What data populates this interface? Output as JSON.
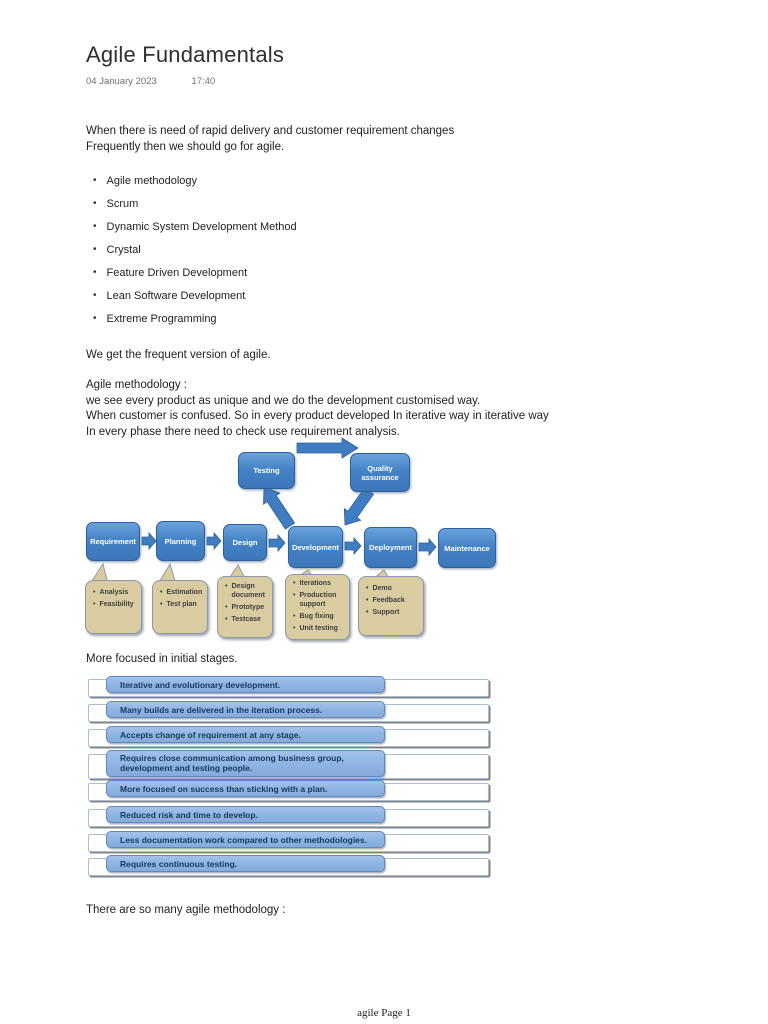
{
  "page": {
    "title": "Agile Fundamentals",
    "date": "04 January 2023",
    "time": "17:40",
    "intro_line1": "When there is need of rapid delivery and customer requirement changes",
    "intro_line2": "Frequently then we should go for agile.",
    "methodologies": [
      "Agile methodology",
      "Scrum",
      "Dynamic System Development Method",
      "Crystal",
      "Feature Driven Development",
      "Lean Software Development",
      "Extreme Programming"
    ],
    "frequent_note": "We get the frequent version of agile.",
    "agile_block_line1": "Agile methodology :",
    "agile_block_line2": " we see every product as unique and we do the development customised way.",
    "agile_block_line3": "When customer is confused. So in every product developed In iterative way in iterative way",
    "agile_block_line4": "In every phase there need to check use requirement analysis.",
    "focus_note": "More focused in initial stages.",
    "closing_note": "There are so many agile methodology :",
    "footer": "agile Page 1"
  },
  "diagram": {
    "main_flow": [
      "Requirement",
      "Planning",
      "Design",
      "Development",
      "Deployment",
      "Maintenance"
    ],
    "top_boxes": [
      "Testing",
      "Quality assurance"
    ],
    "callouts": {
      "requirement": [
        "Analysis",
        "Feasibility"
      ],
      "planning": [
        "Estimation",
        "Test plan"
      ],
      "design": [
        "Design document",
        "Prototype",
        "Testcase"
      ],
      "development": [
        "Iterations",
        "Production support",
        "Bug fixing",
        "Unit testing"
      ],
      "deployment": [
        "Demo",
        "Feedback",
        "Support"
      ]
    },
    "colors": {
      "process_blue": "#4583c6",
      "callout_tan": "#d9cca0",
      "banner_blue": "#8db4e2",
      "arrow_blue": "#3f7dc0"
    }
  },
  "banners": [
    "Iterative and evolutionary development.",
    "Many builds are delivered in the iteration process.",
    "Accepts change of requirement at any stage.",
    "Requires close communication among business group, development and testing people.",
    "More focused on success than sticking with a plan.",
    "Reduced risk and time to develop.",
    "Less documentation work compared to other methodologies.",
    "Requires continuous testing."
  ]
}
